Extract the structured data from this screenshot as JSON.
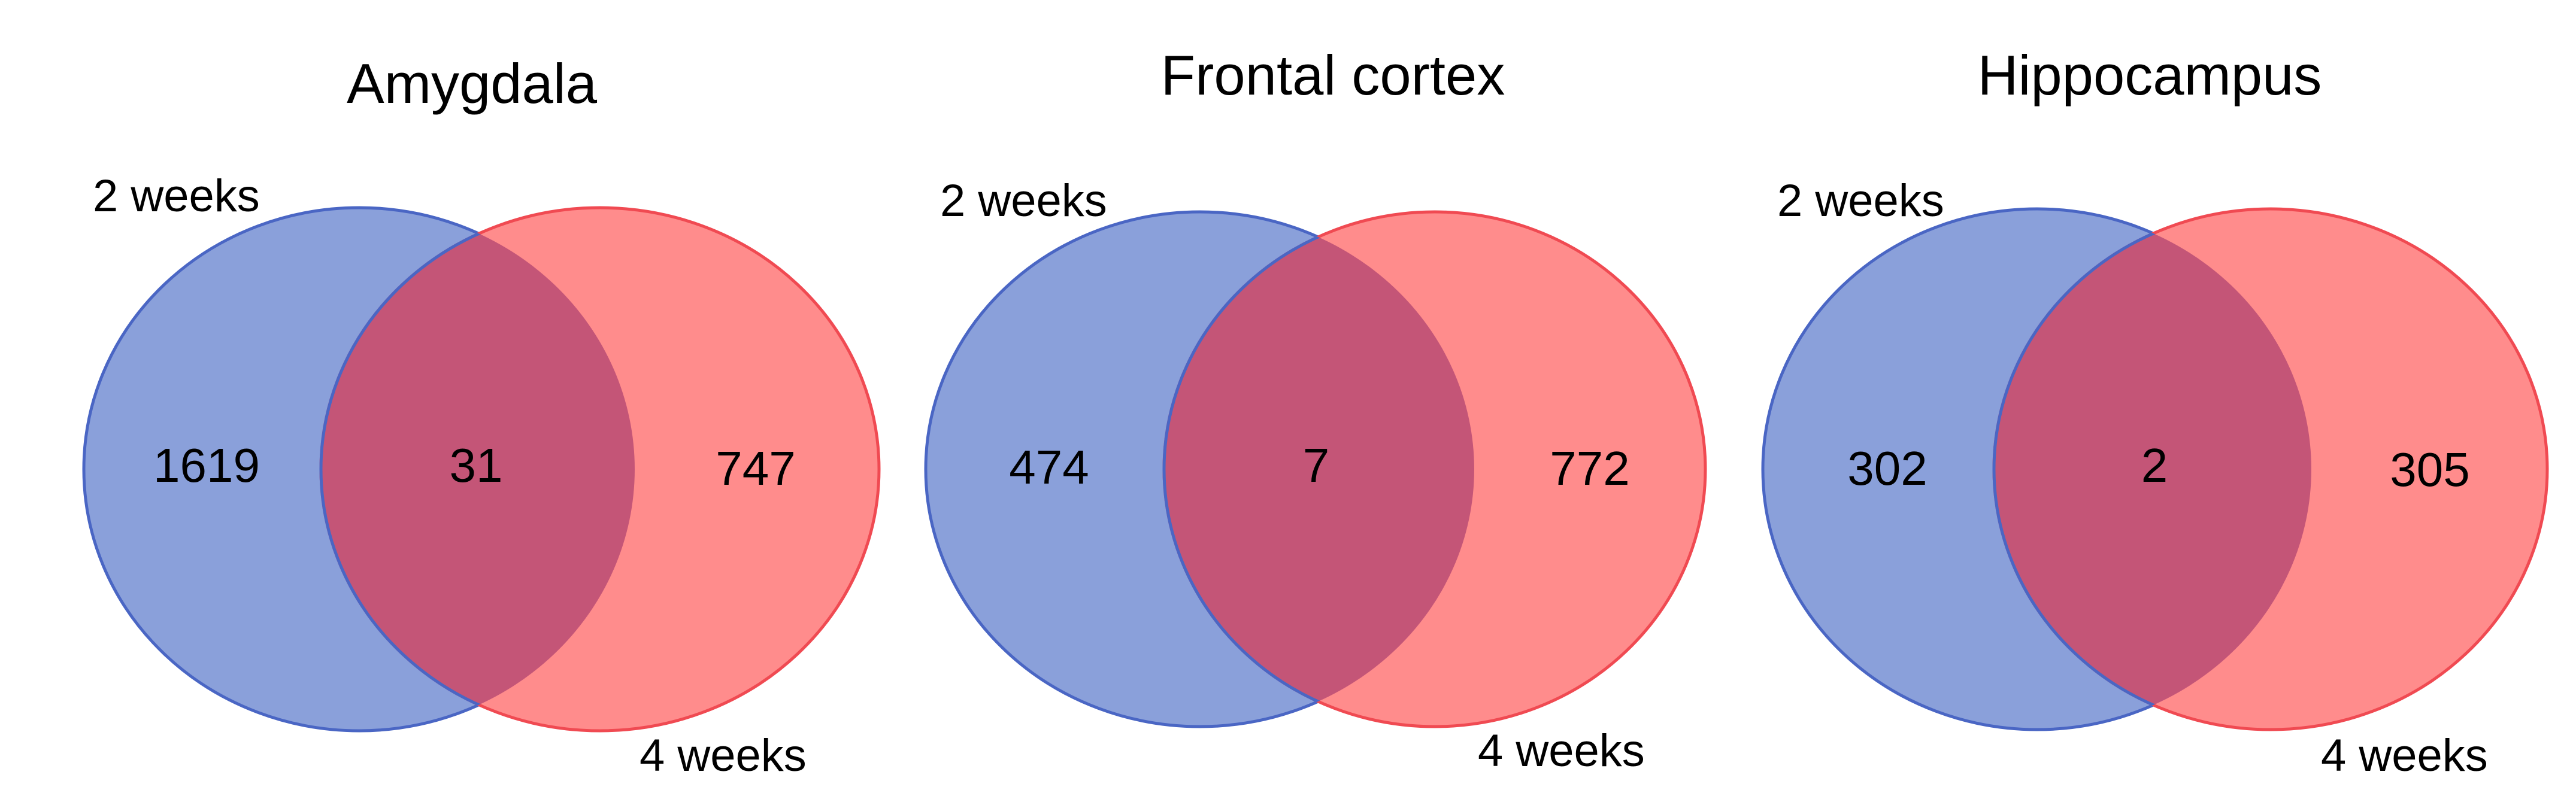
{
  "colors": {
    "set_a_fill": "#8aa0da",
    "set_a_stroke": "#4a66c4",
    "set_b_fill": "#ff8c8c",
    "set_b_stroke": "#f04a52",
    "overlap_fill": "#c45577"
  },
  "diagrams": [
    {
      "title": "Amygdala",
      "set_a_label": "2 weeks",
      "set_b_label": "4 weeks",
      "only_a": "1619",
      "both": "31",
      "only_b": "747"
    },
    {
      "title": "Frontal cortex",
      "set_a_label": "2 weeks",
      "set_b_label": "4 weeks",
      "only_a": "474",
      "both": "7",
      "only_b": "772"
    },
    {
      "title": "Hippocampus",
      "set_a_label": "2 weeks",
      "set_b_label": "4 weeks",
      "only_a": "302",
      "both": "2",
      "only_b": "305"
    }
  ]
}
